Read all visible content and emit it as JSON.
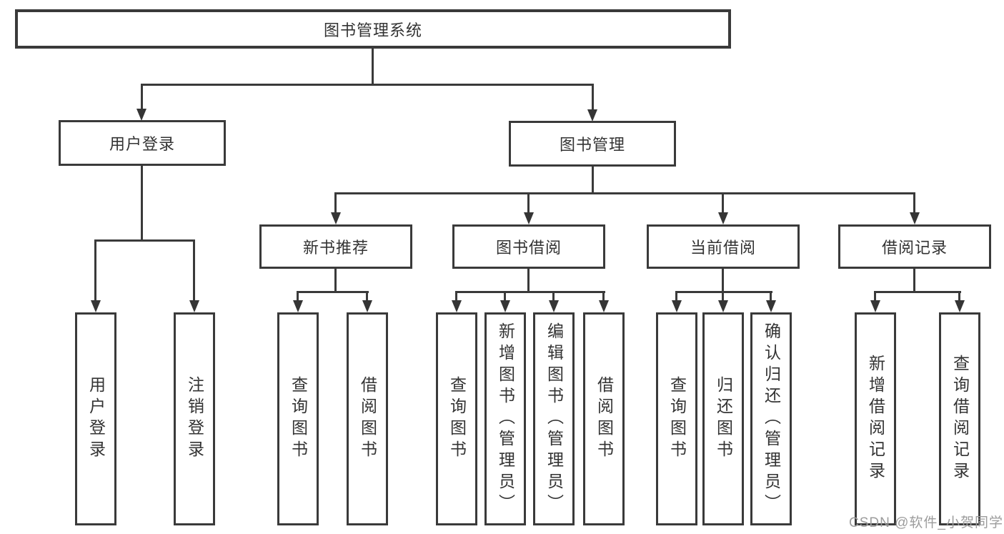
{
  "nodes": {
    "root": {
      "label": "图书管理系统"
    },
    "user_login": {
      "label": "用户登录"
    },
    "book_mgmt": {
      "label": "图书管理"
    },
    "new_book_rec": {
      "label": "新书推荐"
    },
    "book_borrow": {
      "label": "图书借阅"
    },
    "current_borrow": {
      "label": "当前借阅"
    },
    "borrow_record": {
      "label": "借阅记录"
    },
    "leaf_user_login": {
      "label": "用户登录"
    },
    "leaf_logout": {
      "label": "注销登录"
    },
    "rec_query_book": {
      "label": "查询图书"
    },
    "rec_borrow_book": {
      "label": "借阅图书"
    },
    "bb_query_book": {
      "label": "查询图书"
    },
    "bb_add_book": {
      "label": "新增图书（管理员）"
    },
    "bb_edit_book": {
      "label": "编辑图书（管理员）"
    },
    "bb_borrow_book": {
      "label": "借阅图书"
    },
    "cb_query_book": {
      "label": "查询图书"
    },
    "cb_return_book": {
      "label": "归还图书"
    },
    "cb_confirm_return": {
      "label": "确认归还（管理员）"
    },
    "br_add_record": {
      "label": "新增借阅记录"
    },
    "br_query_record": {
      "label": "查询借阅记录"
    }
  },
  "hierarchy": {
    "图书管理系统": {
      "用户登录": [
        "用户登录",
        "注销登录"
      ],
      "图书管理": {
        "新书推荐": [
          "查询图书",
          "借阅图书"
        ],
        "图书借阅": [
          "查询图书",
          "新增图书（管理员）",
          "编辑图书（管理员）",
          "借阅图书"
        ],
        "当前借阅": [
          "查询图书",
          "归还图书",
          "确认归还（管理员）"
        ],
        "借阅记录": [
          "新增借阅记录",
          "查询借阅记录"
        ]
      }
    }
  },
  "watermark": {
    "text": "CSDN @软件_小贺同学"
  },
  "colors": {
    "line": "#3a3a3a",
    "box_border": "#3a3a3a",
    "box_fill": "#ffffff",
    "text": "#333333",
    "watermark": "#9c9c9c",
    "background": "#ffffff"
  }
}
